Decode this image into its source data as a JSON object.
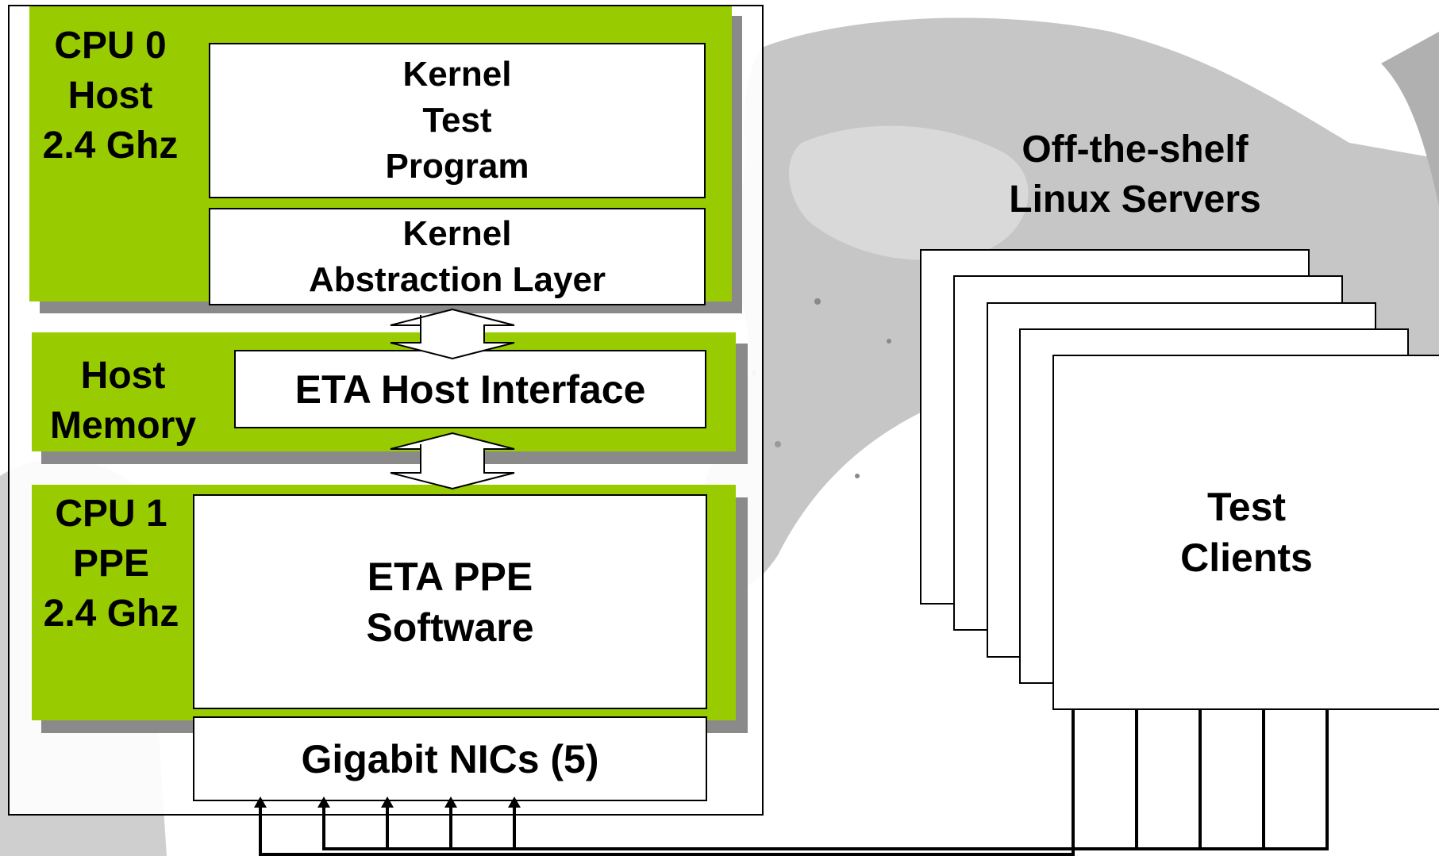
{
  "host_machine": {
    "cpu0": {
      "label": "CPU 0\nHost\n2.4 Ghz",
      "kernel_test_program": "Kernel\nTest\nProgram",
      "kernel_abstraction_layer": "Kernel\nAbstraction Layer"
    },
    "host_memory": {
      "label": "Host\nMemory",
      "eta_host_interface": "ETA Host Interface"
    },
    "cpu1": {
      "label": "CPU 1\nPPE\n2.4 Ghz",
      "eta_ppe_software": "ETA PPE\nSoftware"
    },
    "nics": "Gigabit NICs (5)"
  },
  "servers": {
    "title": "Off-the-shelf\nLinux Servers",
    "clients_label": "Test\nClients"
  },
  "colors": {
    "accent_green": "#99cc00",
    "shadow_gray": "#8a8a8a",
    "background_gray": "#c8c8c8"
  }
}
